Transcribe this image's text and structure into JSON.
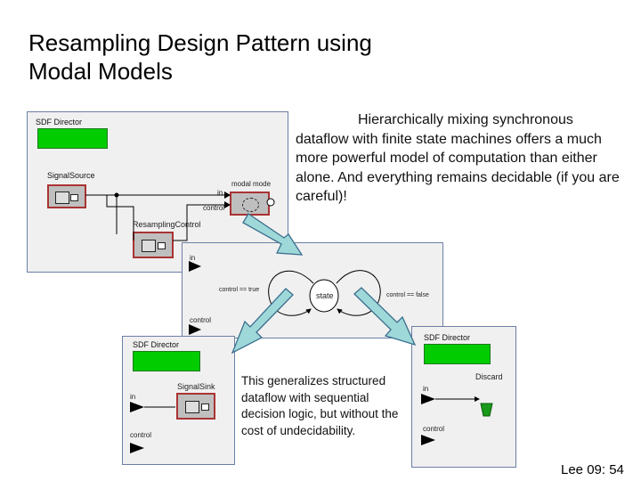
{
  "slide": {
    "title": "Resampling Design Pattern using\nModal Models",
    "paragraph_main": "Hierarchically mixing synchronous dataflow with finite state machines offers a much more powerful model of computation than either alone. And everything remains decidable (if you are careful)!",
    "paragraph_secondary": "This generalizes structured dataflow with sequential decision logic, but without the cost of undecidability.",
    "footer": "Lee 09: 54"
  },
  "top_model": {
    "director": "SDF Director",
    "source": "SignalSource",
    "modal": "modal mode",
    "port_in": "in",
    "port_control": "control",
    "resampling": "ResamplingControl"
  },
  "fsm_model": {
    "port_in": "in",
    "port_control": "control",
    "state": "state",
    "guard_left": "control == true",
    "guard_right": "control == false"
  },
  "left_refinement": {
    "director": "SDF Director",
    "sink": "SignalSink",
    "port_in": "in",
    "port_control": "control"
  },
  "right_refinement": {
    "director": "SDF Director",
    "discard": "Discard",
    "port_in": "in",
    "port_control": "control"
  },
  "colors": {
    "director_green": "#00cc00",
    "arrow_fill": "#9fd8d8",
    "arrow_stroke": "#3b6f8f",
    "panel_border": "#6c7fa6"
  }
}
